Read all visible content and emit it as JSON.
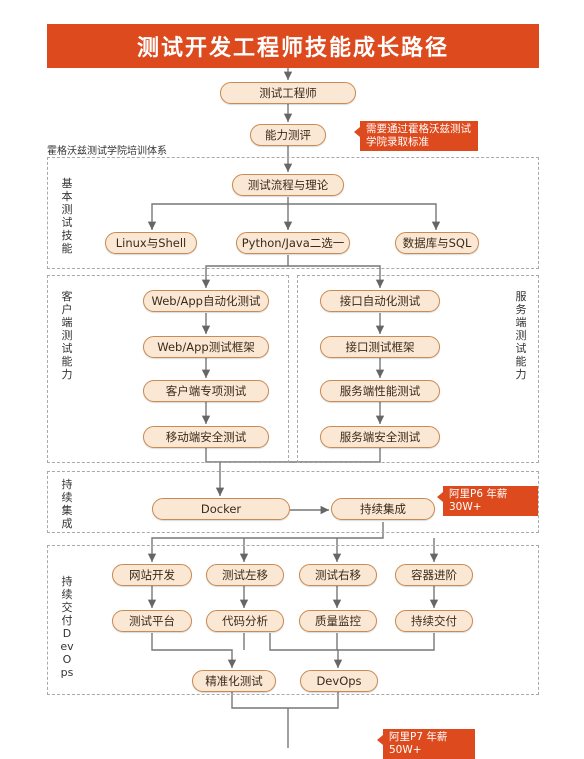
{
  "title": "测试开发工程师技能成长路径",
  "system_label": "霍格沃兹测试学院培训体系",
  "callouts": {
    "admission": "需要通过霍格沃兹测试学院录取标准",
    "p6": "阿里P6 年薪30W+",
    "p7": "阿里P7 年薪50W+"
  },
  "sections": {
    "basic": "基本测试技能",
    "client": "客户端测试能力",
    "server": "服务端测试能力",
    "ci": "持续集成",
    "cd": "持续交付DevOps"
  },
  "nodes": {
    "test_engineer": "测试工程师",
    "ability_eval": "能力测评",
    "process_theory": "测试流程与理论",
    "linux_shell": "Linux与Shell",
    "python_java": "Python/Java二选一",
    "db_sql": "数据库与SQL",
    "web_app_auto": "Web/App自动化测试",
    "web_app_framework": "Web/App测试框架",
    "client_special": "客户端专项测试",
    "mobile_security": "移动端安全测试",
    "api_auto": "接口自动化测试",
    "api_framework": "接口测试框架",
    "server_perf": "服务端性能测试",
    "server_security": "服务端安全测试",
    "docker": "Docker",
    "ci": "持续集成",
    "website_dev": "网站开发",
    "shift_left": "测试左移",
    "shift_right": "测试右移",
    "container_adv": "容器进阶",
    "test_platform": "测试平台",
    "code_analysis": "代码分析",
    "quality_monitor": "质量监控",
    "continuous_delivery": "持续交付",
    "precision_test": "精准化测试",
    "devops": "DevOps"
  }
}
